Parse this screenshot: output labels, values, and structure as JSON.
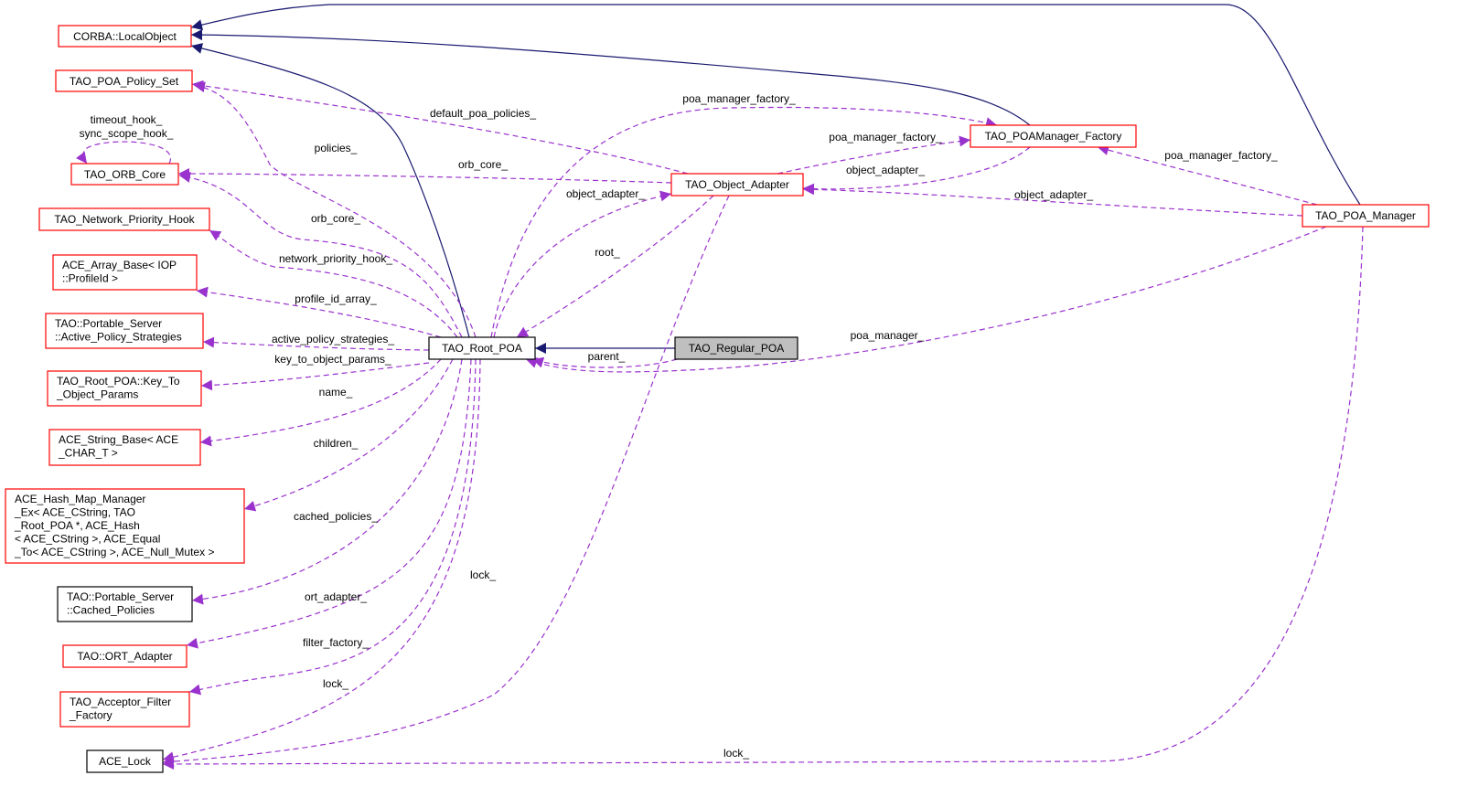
{
  "nodes": {
    "corba": {
      "lines": [
        "CORBA::LocalObject"
      ]
    },
    "policyset": {
      "lines": [
        "TAO_POA_Policy_Set"
      ]
    },
    "orbcore": {
      "lines": [
        "TAO_ORB_Core"
      ]
    },
    "nethook": {
      "lines": [
        "TAO_Network_Priority_Hook"
      ]
    },
    "arraybase": {
      "lines": [
        "ACE_Array_Base< IOP",
        "::ProfileId >"
      ]
    },
    "aps": {
      "lines": [
        "TAO::Portable_Server",
        "::Active_Policy_Strategies"
      ]
    },
    "keyto": {
      "lines": [
        "TAO_Root_POA::Key_To",
        "_Object_Params"
      ]
    },
    "strbase": {
      "lines": [
        "ACE_String_Base< ACE",
        "_CHAR_T >"
      ]
    },
    "hashmap": {
      "lines": [
        "ACE_Hash_Map_Manager",
        "_Ex< ACE_CString, TAO",
        "_Root_POA *, ACE_Hash",
        "< ACE_CString >, ACE_Equal",
        "_To< ACE_CString >, ACE_Null_Mutex >"
      ]
    },
    "cachedpol": {
      "lines": [
        "TAO::Portable_Server",
        "::Cached_Policies"
      ]
    },
    "ort": {
      "lines": [
        "TAO::ORT_Adapter"
      ]
    },
    "acceptor": {
      "lines": [
        "TAO_Acceptor_Filter",
        "_Factory"
      ]
    },
    "acelock": {
      "lines": [
        "ACE_Lock"
      ]
    },
    "rootpoa": {
      "lines": [
        "TAO_Root_POA"
      ]
    },
    "regular": {
      "lines": [
        "TAO_Regular_POA"
      ]
    },
    "objadapter": {
      "lines": [
        "TAO_Object_Adapter"
      ]
    },
    "poamf": {
      "lines": [
        "TAO_POAManager_Factory"
      ]
    },
    "poamgr": {
      "lines": [
        "TAO_POA_Manager"
      ]
    }
  },
  "edges": [
    {
      "from": "rootpoa",
      "to": "corba",
      "kind": "inherit",
      "label": ""
    },
    {
      "from": "poamf",
      "to": "corba",
      "kind": "inherit",
      "label": ""
    },
    {
      "from": "poamgr",
      "to": "corba",
      "kind": "inherit",
      "label": ""
    },
    {
      "from": "regular",
      "to": "rootpoa",
      "kind": "inherit",
      "label": ""
    },
    {
      "from": "objadapter",
      "to": "policyset",
      "kind": "use",
      "label": "default_poa_policies_"
    },
    {
      "from": "rootpoa",
      "to": "policyset",
      "kind": "use",
      "label": "policies_"
    },
    {
      "from": "orbcore",
      "to": "orbcore",
      "kind": "use",
      "label": "timeout_hook_\nsync_scope_hook_"
    },
    {
      "from": "objadapter",
      "to": "orbcore",
      "kind": "use",
      "label": "orb_core_"
    },
    {
      "from": "rootpoa",
      "to": "orbcore",
      "kind": "use",
      "label": "orb_core_"
    },
    {
      "from": "rootpoa",
      "to": "nethook",
      "kind": "use",
      "label": "network_priority_hook_"
    },
    {
      "from": "rootpoa",
      "to": "arraybase",
      "kind": "use",
      "label": "profile_id_array_"
    },
    {
      "from": "rootpoa",
      "to": "aps",
      "kind": "use",
      "label": "active_policy_strategies_"
    },
    {
      "from": "rootpoa",
      "to": "keyto",
      "kind": "use",
      "label": "key_to_object_params_"
    },
    {
      "from": "rootpoa",
      "to": "strbase",
      "kind": "use",
      "label": "name_"
    },
    {
      "from": "rootpoa",
      "to": "hashmap",
      "kind": "use",
      "label": "children_"
    },
    {
      "from": "rootpoa",
      "to": "cachedpol",
      "kind": "use",
      "label": "cached_policies_"
    },
    {
      "from": "rootpoa",
      "to": "ort",
      "kind": "use",
      "label": "ort_adapter_"
    },
    {
      "from": "rootpoa",
      "to": "acceptor",
      "kind": "use",
      "label": "filter_factory_"
    },
    {
      "from": "rootpoa",
      "to": "acelock",
      "kind": "use",
      "label": "lock_"
    },
    {
      "from": "objadapter",
      "to": "acelock",
      "kind": "use",
      "label": "lock_"
    },
    {
      "from": "poamgr",
      "to": "acelock",
      "kind": "use",
      "label": "lock_"
    },
    {
      "from": "rootpoa",
      "to": "poamf",
      "kind": "use",
      "label": "poa_manager_factory_"
    },
    {
      "from": "objadapter",
      "to": "poamf",
      "kind": "use",
      "label": "poa_manager_factory_"
    },
    {
      "from": "poamf",
      "to": "objadapter",
      "kind": "use",
      "label": "object_adapter_"
    },
    {
      "from": "poamgr",
      "to": "poamf",
      "kind": "use",
      "label": "poa_manager_factory_"
    },
    {
      "from": "poamgr",
      "to": "objadapter",
      "kind": "use",
      "label": "object_adapter_"
    },
    {
      "from": "rootpoa",
      "to": "objadapter",
      "kind": "use",
      "label": "object_adapter_"
    },
    {
      "from": "objadapter",
      "to": "rootpoa",
      "kind": "use",
      "label": "root_"
    },
    {
      "from": "poamgr",
      "to": "rootpoa",
      "kind": "use",
      "label": "poa_manager_"
    },
    {
      "from": "regular",
      "to": "rootpoa",
      "kind": "use",
      "label": "parent_"
    }
  ]
}
